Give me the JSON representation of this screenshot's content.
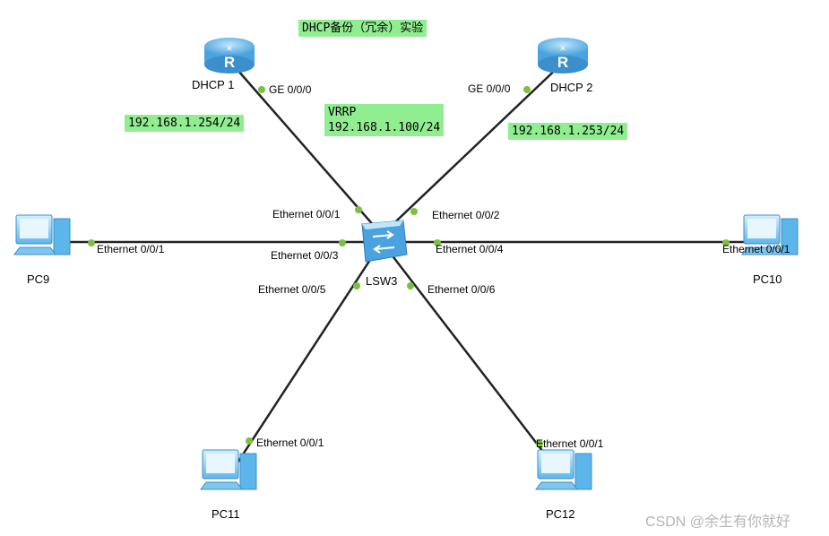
{
  "title": "DHCP备份（冗余）实验",
  "devices": {
    "dhcp1": "DHCP  1",
    "dhcp2": "DHCP 2",
    "switch": "LSW3",
    "pc9": "PC9",
    "pc10": "PC10",
    "pc11": "PC11",
    "pc12": "PC12"
  },
  "ports": {
    "dhcp1_ge": "GE 0/0/0",
    "dhcp2_ge": "GE 0/0/0",
    "sw_e1": "Ethernet 0/0/1",
    "sw_e2": "Ethernet 0/0/2",
    "sw_e3": "Ethernet 0/0/3",
    "sw_e4": "Ethernet 0/0/4",
    "sw_e5": "Ethernet 0/0/5",
    "sw_e6": "Ethernet 0/0/6",
    "pc9_e": "Ethernet 0/0/1",
    "pc10_e": "Ethernet 0/0/1",
    "pc11_e": "Ethernet 0/0/1",
    "pc12_e": "Ethernet 0/0/1"
  },
  "addresses": {
    "dhcp1_ip": "192.168.1.254/24",
    "vrrp_label": "VRRP",
    "vrrp_ip": "192.168.1.100/24",
    "dhcp2_ip": "192.168.1.253/24"
  },
  "watermark": "CSDN @余生有你就好",
  "colors": {
    "highlight": "#90ee90",
    "link_dot": "#7cc040",
    "device": "#4aa3df"
  }
}
